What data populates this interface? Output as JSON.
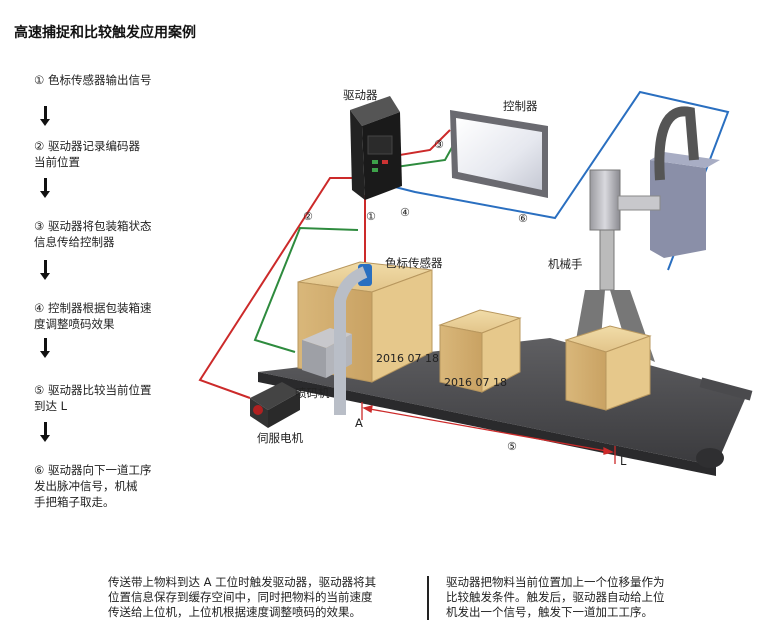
{
  "title": "高速捕捉和比较触发应用案例",
  "steps": [
    {
      "num": "①",
      "text": "色标传感器输出信号"
    },
    {
      "num": "②",
      "text": "驱动器记录编码器\n当前位置"
    },
    {
      "num": "③",
      "text": "驱动器将包装箱状态\n信息传给控制器"
    },
    {
      "num": "④",
      "text": "控制器根据包装箱速\n度调整喷码效果"
    },
    {
      "num": "⑤",
      "text": "驱动器比较当前位置\n到达 L"
    },
    {
      "num": "⑥",
      "text": "驱动器向下一道工序\n发出脉冲信号，机械\n手把箱子取走。"
    }
  ],
  "diagram": {
    "labels": {
      "driver": "驱动器",
      "controller": "控制器",
      "color_sensor": "色标传感器",
      "robot_arm": "机械手",
      "inkjet": "喷码机",
      "servo_motor": "伺服电机",
      "point_a": "A",
      "point_l": "L"
    },
    "markers": {
      "m1": "①",
      "m2": "②",
      "m3": "③",
      "m4": "④",
      "m5": "⑤",
      "m6": "⑥"
    },
    "box_marks": {
      "box1": "2016 07 18",
      "box2": "2016 07 18"
    },
    "colors": {
      "red": "#cc2a2a",
      "green": "#2e8b3e",
      "blue": "#2a6fc0"
    }
  },
  "captions": {
    "left": "传送带上物料到达 A 工位时触发驱动器，驱动器将其\n位置信息保存到缓存空间中，同时把物料的当前速度\n传送给上位机，上位机根据速度调整喷码的效果。",
    "right": "驱动器把物料当前位置加上一个位移量作为\n比较触发条件。触发后，驱动器自动给上位\n机发出一个信号，触发下一道加工工序。"
  }
}
